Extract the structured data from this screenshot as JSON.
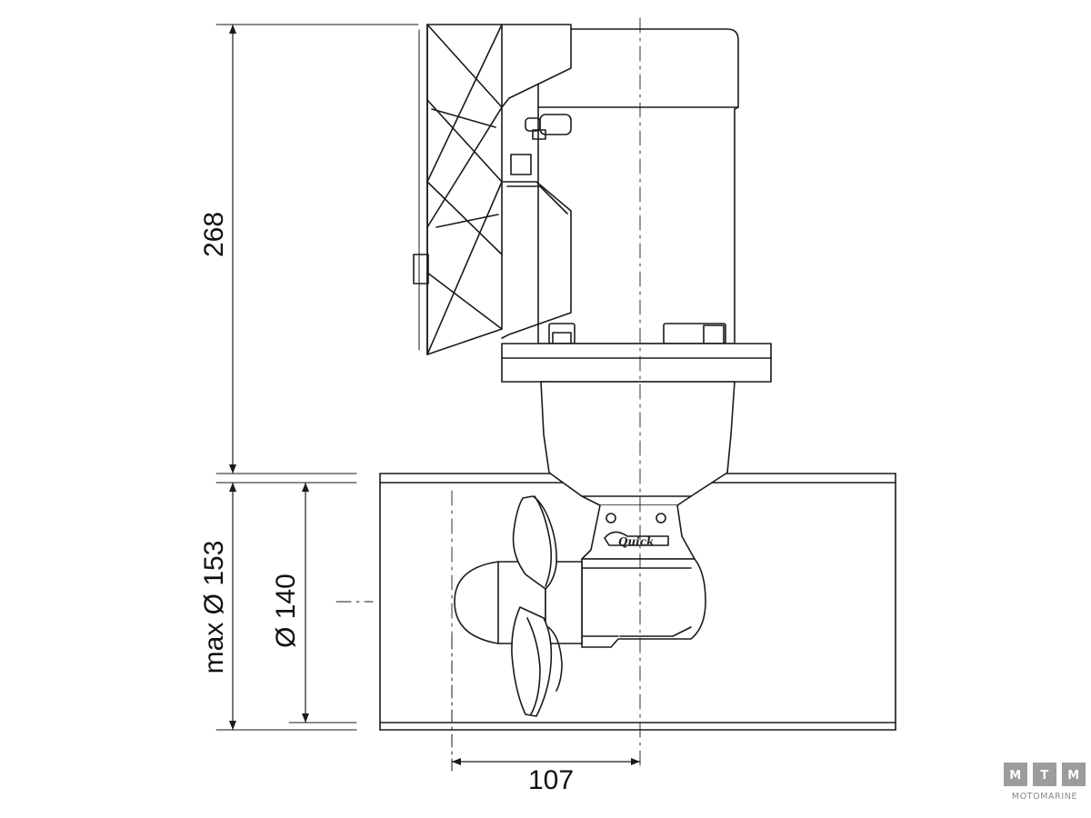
{
  "dimensions": {
    "height_total": "268",
    "tunnel_max_diameter": "max Ø 153",
    "tunnel_diameter": "Ø 140",
    "offset": "107"
  },
  "branding": {
    "product_mark": "Quick",
    "watermark_letters": [
      "M",
      "T",
      "M"
    ],
    "watermark_name": "MOTOMARINE"
  },
  "colors": {
    "line": "#1a1a1a",
    "watermark_box": "#9c9c9c"
  }
}
